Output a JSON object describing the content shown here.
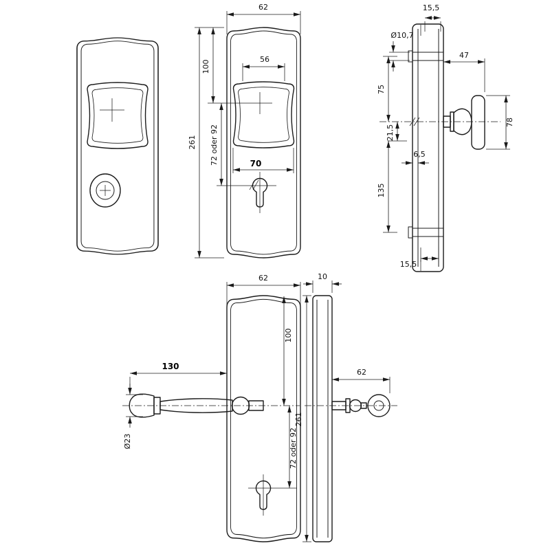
{
  "page": {
    "background": "#ffffff",
    "line_color": "#1b1b1b"
  },
  "views": {
    "plate_knob_dim": {
      "width": "62",
      "shield_width": "56",
      "top_to_axis": "100",
      "height": "261",
      "axis_to_cylinder": "72 oder 92",
      "shield_outer": "70"
    },
    "side_knob": {
      "top_offset": "15,5",
      "hole_dia": "Ø10,7",
      "projection": "47",
      "hole_to_axis": "75",
      "face_height": "78",
      "axis_detail": "21,5",
      "base_thickness": "6,5",
      "axis_to_bottom_hole": "135",
      "bottom_offset": "15,5"
    },
    "plate_lever": {
      "width": "62",
      "top_to_axis": "100",
      "lever_length": "130",
      "lever_end_dia": "Ø23",
      "axis_to_cylinder": "72 oder 92"
    },
    "side_lever": {
      "thickness": "10",
      "projection": "62",
      "height": "261"
    }
  }
}
